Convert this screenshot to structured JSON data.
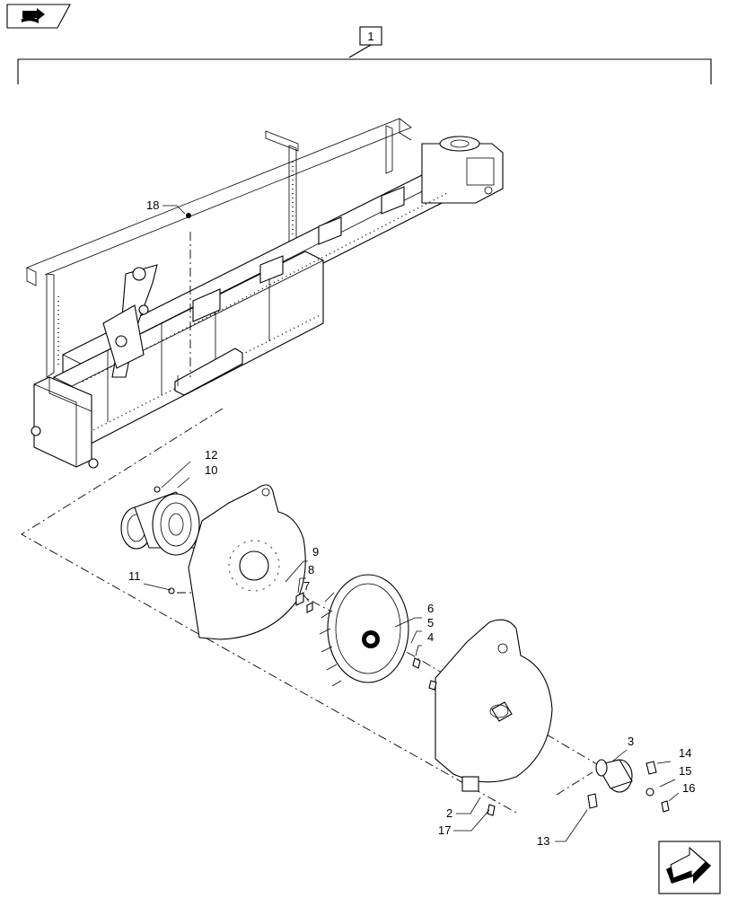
{
  "nav": {
    "top_icon": "book-arrow-icon",
    "bottom_icon": "next-page-arrow-icon"
  },
  "labels": {
    "group": "1",
    "p2": "2",
    "p3": "3",
    "p4": "4",
    "p5": "5",
    "p6": "6",
    "p7": "7",
    "p8": "8",
    "p9": "9",
    "p10": "10",
    "p11": "11",
    "p12": "12",
    "p13": "13",
    "p14": "14",
    "p15": "15",
    "p16": "16",
    "p17": "17",
    "p18": "18"
  }
}
